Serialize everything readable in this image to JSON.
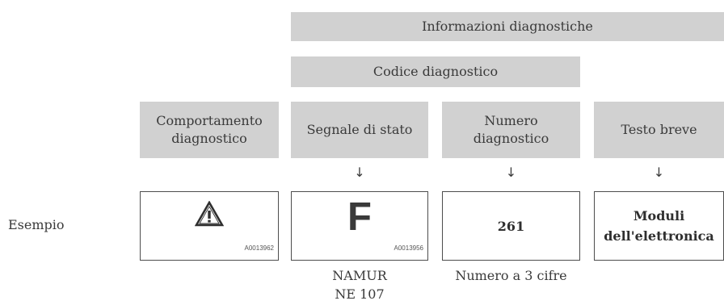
{
  "header": {
    "title": "Informazioni diagnostiche"
  },
  "code_bar": {
    "label": "Codice diagnostico"
  },
  "columns": [
    {
      "label": "Comportamento diagnostico"
    },
    {
      "label": "Segnale di stato"
    },
    {
      "label": "Numero diagnostico"
    },
    {
      "label": "Testo breve"
    }
  ],
  "arrow": "↓",
  "example": {
    "label": "Esempio",
    "behavior": {
      "icon": "warning-icon",
      "ref": "A0013962"
    },
    "status_signal": {
      "letter": "F",
      "ref": "A0013956"
    },
    "number": {
      "value": "261"
    },
    "short_text": {
      "value": "Moduli dell'elettronica"
    }
  },
  "notes": {
    "status_signal": [
      "NAMUR",
      "NE 107"
    ],
    "number": "Numero a 3 cifre"
  },
  "colors": {
    "label_background": "#d1d1d1",
    "text": "#3a3a3a",
    "border": "#4d4d4d"
  }
}
